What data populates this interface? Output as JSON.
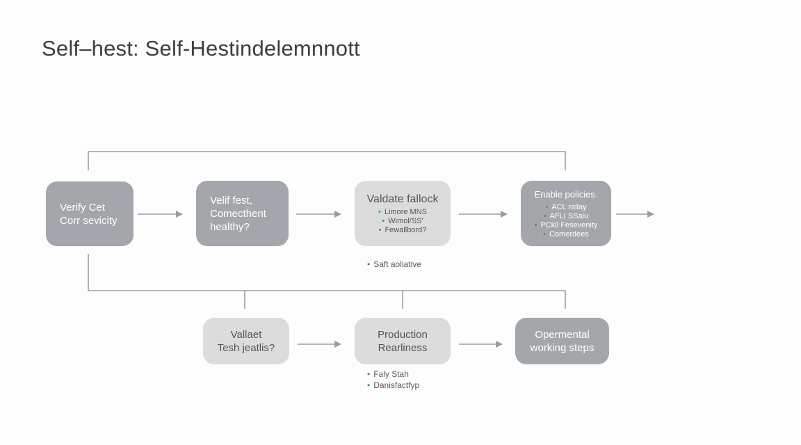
{
  "title": "Self–hest: Self-Hestindelemnnott",
  "colors": {
    "dark_node": "#a3a7ac",
    "light_node": "#dcdcdc",
    "connector": "#9a9ea3",
    "bullet": "#2e9a5c"
  },
  "nodes": {
    "verify": {
      "label": "Verify Cet\nCorr sevicity"
    },
    "self_test": {
      "label": "Velif fest,\nComecthent\nhealthy?"
    },
    "validate_fallback": {
      "label": "Valdate fallock",
      "bullets": [
        "Limore MNS",
        "Wimol/SS'",
        "Fewallbord?"
      ]
    },
    "enable_policies": {
      "label": "Enable policies.",
      "bullets": [
        "ACL rallay",
        "AFLI SSaiu",
        "PCkll Fesevenity",
        "Comerdees"
      ]
    },
    "validate_test": {
      "label": "Vallaet\nTesh jeatlis?"
    },
    "production": {
      "label": "Production\nRearliness"
    },
    "operational": {
      "label": "Opermental\nworking steps"
    }
  },
  "notes": {
    "fallback_note": [
      "Saft aoliative"
    ],
    "production_note": [
      "Faly Stah",
      "Danisfactfyp"
    ]
  }
}
